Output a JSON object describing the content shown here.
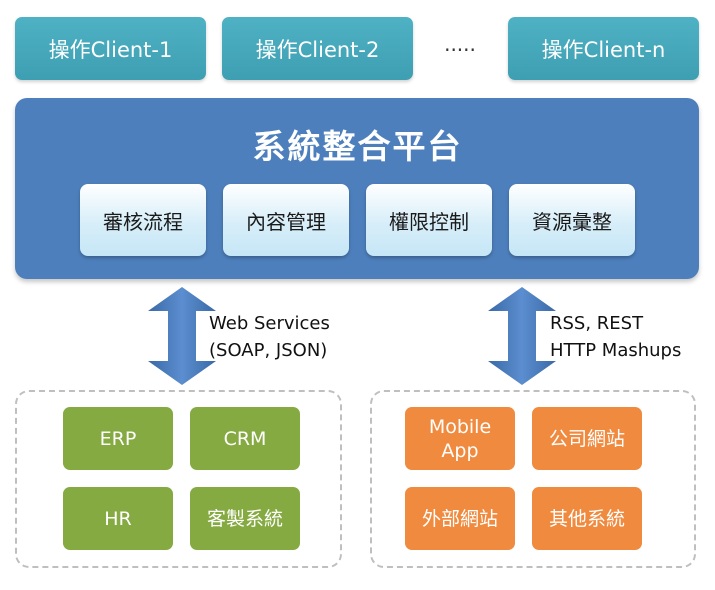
{
  "clients": [
    {
      "label": "操作Client-1"
    },
    {
      "label": "操作Client-2"
    },
    {
      "label": "操作Client-n"
    }
  ],
  "ellipsis": ".....",
  "platform": {
    "title": "系統整合平台",
    "modules": [
      "審核流程",
      "內容管理",
      "權限控制",
      "資源彙整"
    ]
  },
  "connectors": {
    "left": {
      "line1": "Web Services",
      "line2": "(SOAP, JSON)"
    },
    "right": {
      "line1": "RSS, REST",
      "line2": "HTTP Mashups"
    }
  },
  "internal_systems": [
    "ERP",
    "CRM",
    "HR",
    "客製系統"
  ],
  "external_systems": [
    "Mobile\nApp",
    "公司網站",
    "外部網站",
    "其他系統"
  ],
  "colors": {
    "client": "#46a8ba",
    "platform": "#4d7fbc",
    "module": "#d7eef9",
    "internal": "#85aa41",
    "external": "#f08a3e",
    "arrow": "#4a7dbb"
  }
}
